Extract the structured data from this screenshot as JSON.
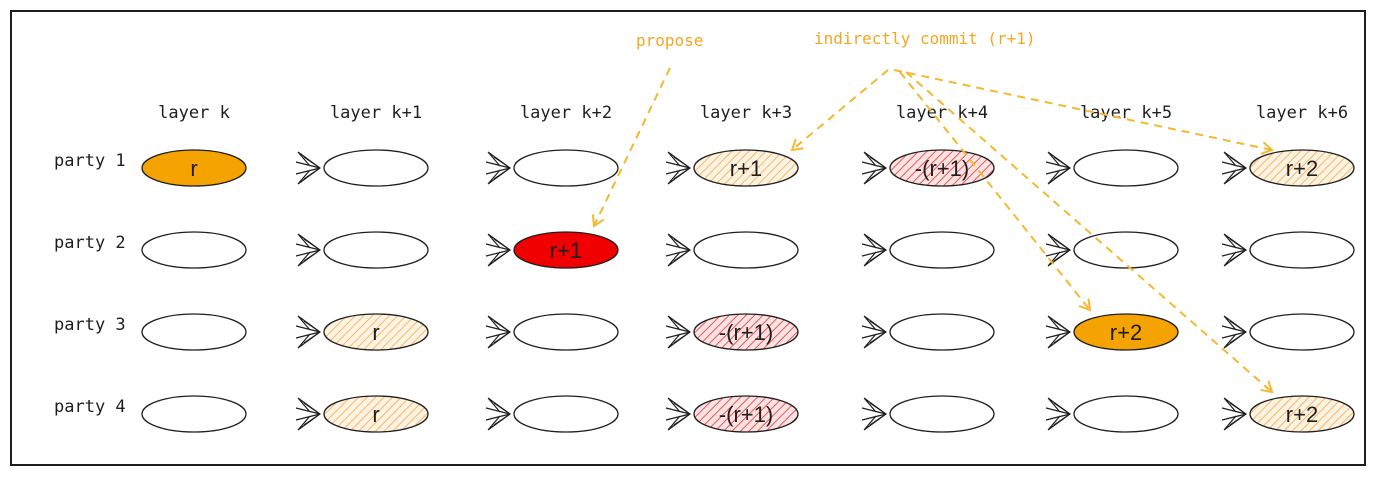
{
  "annotations": {
    "propose": "propose",
    "commit": "indirectly commit (r+1)"
  },
  "layers": [
    "layer k",
    "layer k+1",
    "layer k+2",
    "layer k+3",
    "layer k+4",
    "layer k+5",
    "layer k+6"
  ],
  "parties": [
    "party 1",
    "party 2",
    "party 3",
    "party 4"
  ],
  "nodes": [
    [
      {
        "label": "r",
        "style": "solid-orange"
      },
      {
        "label": "",
        "style": "empty"
      },
      {
        "label": "",
        "style": "empty"
      },
      {
        "label": "r+1",
        "style": "hatch-orange"
      },
      {
        "label": "-(r+1)",
        "style": "hatch-red"
      },
      {
        "label": "",
        "style": "empty"
      },
      {
        "label": "r+2",
        "style": "hatch-orange"
      }
    ],
    [
      {
        "label": "",
        "style": "empty"
      },
      {
        "label": "",
        "style": "empty"
      },
      {
        "label": "r+1",
        "style": "solid-red"
      },
      {
        "label": "",
        "style": "empty"
      },
      {
        "label": "",
        "style": "empty"
      },
      {
        "label": "",
        "style": "empty"
      },
      {
        "label": "",
        "style": "empty"
      }
    ],
    [
      {
        "label": "",
        "style": "empty"
      },
      {
        "label": "r",
        "style": "hatch-orange"
      },
      {
        "label": "",
        "style": "empty"
      },
      {
        "label": "-(r+1)",
        "style": "hatch-red"
      },
      {
        "label": "",
        "style": "empty"
      },
      {
        "label": "r+2",
        "style": "solid-orange"
      },
      {
        "label": "",
        "style": "empty"
      }
    ],
    [
      {
        "label": "",
        "style": "empty"
      },
      {
        "label": "r",
        "style": "hatch-orange"
      },
      {
        "label": "",
        "style": "empty"
      },
      {
        "label": "-(r+1)",
        "style": "hatch-red"
      },
      {
        "label": "",
        "style": "empty"
      },
      {
        "label": "",
        "style": "empty"
      },
      {
        "label": "r+2",
        "style": "hatch-orange"
      }
    ]
  ],
  "colors": {
    "orange": "#f5a300",
    "red": "#f00000",
    "hatch_orange": "#f5b86b",
    "hatch_red": "#e85a5a",
    "arrow": "#f5b82e",
    "annotation_text": "#f5a623",
    "ink": "#1e1e1e"
  }
}
